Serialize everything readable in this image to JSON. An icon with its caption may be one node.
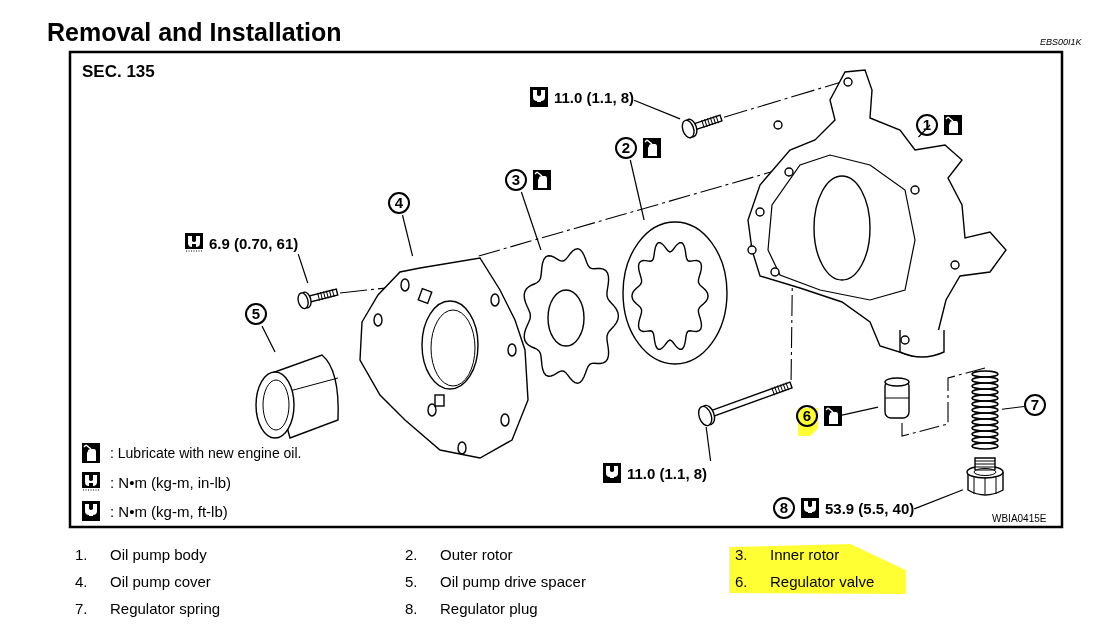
{
  "diagram": {
    "title": "Removal and Installation",
    "nodes": [
      {
        "text": [
          "11.0 (1.1, 8)"
        ]
      },
      {
        "text": [],
        "shape": "picture"
      },
      {
        "text": [
          "1"
        ]
      },
      {
        "text": [],
        "shape": "picture"
      },
      {
        "text": [
          "2"
        ]
      },
      {
        "text": [],
        "shape": "picture"
      },
      {
        "text": [
          "3"
        ]
      },
      {
        "text": [],
        "shape": "picture"
      },
      {
        "text": [
          "4"
        ]
      },
      {
        "text": [],
        "shape": "picture"
      },
      {
        "text": [
          "6.9 (0.70, 61)"
        ]
      },
      {
        "text": [],
        "shape": "picture"
      },
      {
        "text": [
          "5"
        ]
      },
      {
        "text": [],
        "shape": "picture"
      },
      {
        "text": [
          "6"
        ]
      },
      {
        "text": [],
        "shape": "picture"
      },
      {
        "text": [
          "7"
        ]
      },
      {
        "text": [],
        "shape": "picture"
      },
      {
        "text": [
          "11.0 (1.1, 8)"
        ]
      },
      {
        "text": [],
        "shape": "picture"
      },
      {
        "text": [
          "8",
          "53.9 (5.5, 40)"
        ]
      },
      {
        "text": [],
        "shape": "picture"
      }
    ],
    "edges": [
      {
        "from": 0,
        "to": 1,
        "arrow": "none"
      },
      {
        "from": 2,
        "to": 3,
        "arrow": "none"
      },
      {
        "from": 4,
        "to": 5,
        "arrow": "none"
      },
      {
        "from": 6,
        "to": 7,
        "arrow": "none"
      },
      {
        "from": 8,
        "to": 9,
        "arrow": "none"
      },
      {
        "from": 10,
        "to": 11,
        "arrow": "none"
      },
      {
        "from": 12,
        "to": 13,
        "arrow": "none"
      },
      {
        "from": 14,
        "to": 15,
        "arrow": "none"
      },
      {
        "from": 16,
        "to": 17,
        "arrow": "none"
      },
      {
        "from": 18,
        "to": 19,
        "arrow": "none"
      },
      {
        "from": 20,
        "to": 21,
        "arrow": "none"
      },
      {
        "from": 9,
        "to": 3,
        "arrow": "none",
        "style": "dashed"
      },
      {
        "from": 19,
        "to": 3,
        "arrow": "none",
        "style": "dashed"
      },
      {
        "from": 15,
        "to": 17,
        "arrow": "none",
        "style": "dashed"
      },
      {
        "from": 1,
        "to": 3,
        "arrow": "none",
        "style": "dashed"
      },
      {
        "from": 11,
        "to": 9,
        "arrow": "none",
        "style": "dashed"
      }
    ],
    "labels": [
      "EBS00I1K",
      "SEC. 135",
      "WBIA0415E",
      "1.",
      "Oil pump body",
      "2.",
      "Outer rotor",
      "3.",
      "Inner rotor",
      "4.",
      "Oil pump cover",
      "5.",
      "Oil pump drive spacer",
      "6.",
      "Regulator valve",
      "7.",
      "Regulator spring",
      "8.",
      "Regulator plug"
    ],
    "legend": [
      {
        "text": ": Lubricate with new engine oil."
      },
      {
        "text": ": N•m (kg-m, in-lb)"
      },
      {
        "text": ": N•m (kg-m, ft-lb)"
      }
    ]
  }
}
